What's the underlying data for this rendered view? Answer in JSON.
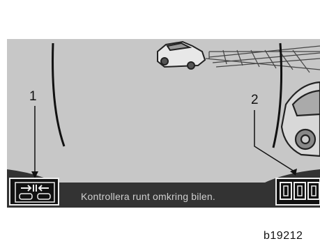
{
  "callouts": {
    "one": "1",
    "two": "2"
  },
  "overlay": {
    "message": "Kontrollera runt omkring bilen."
  },
  "figure": {
    "code": "b19212"
  },
  "icons": {
    "left": "parking-guide-icon",
    "right": "display-mode-icon"
  },
  "colors": {
    "background": "#c7c7c7",
    "bottom_bar": "#333333",
    "text_light": "#d0d0d0"
  }
}
